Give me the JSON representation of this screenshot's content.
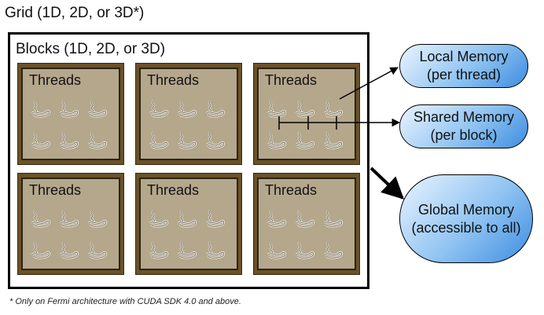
{
  "grid_title": "Grid (1D, 2D, or 3D*)",
  "blocks_title": "Blocks (1D, 2D, or 3D)",
  "blocks": [
    {
      "label": "Threads"
    },
    {
      "label": "Threads"
    },
    {
      "label": "Threads"
    },
    {
      "label": "Threads"
    },
    {
      "label": "Threads"
    },
    {
      "label": "Threads"
    }
  ],
  "memory": {
    "local": {
      "line1": "Local Memory",
      "line2": "(per thread)"
    },
    "shared": {
      "line1": "Shared Memory",
      "line2": "(per block)"
    },
    "global": {
      "line1": "Global Memory",
      "line2": "(accessible to all)"
    }
  },
  "footnote": "* Only on Fermi architecture with CUDA SDK 4.0 and above.",
  "colors": {
    "block_frame": "#6a5228",
    "block_fill": "#b5a78c",
    "memory_gradient_light": "#eaf4ff",
    "memory_gradient_dark": "#3e8de0"
  },
  "icons": {
    "thread": "thread-squiggle-icon"
  }
}
